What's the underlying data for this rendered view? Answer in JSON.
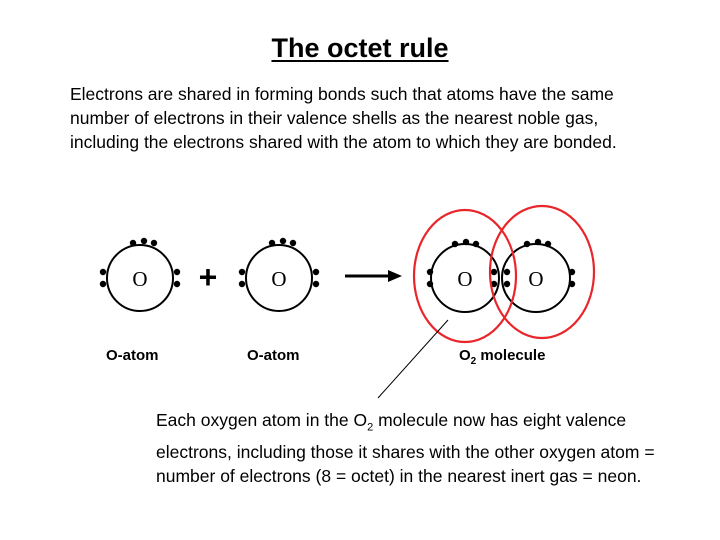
{
  "title": "The octet rule",
  "intro": "Electrons are shared in forming bonds such that atoms have the same number of electrons in their valence shells as the nearest noble gas, including the electrons shared with the atom to which they are bonded.",
  "diagram": {
    "atom_symbol": "O",
    "plus_sign": "+",
    "labels": {
      "atom1": "O-atom",
      "atom2": "O-atom",
      "molecule_prefix": "O",
      "molecule_subscript": "2",
      "molecule_suffix": " molecule"
    },
    "colors": {
      "ring": "#e8262b",
      "ink": "#000000"
    }
  },
  "note": {
    "part1": "Each oxygen atom in the O",
    "subscript": "2",
    "part2": " molecule now has eight valence electrons, including those it shares with the other oxygen atom = number of electrons (8 = octet) in the nearest inert gas = neon."
  }
}
